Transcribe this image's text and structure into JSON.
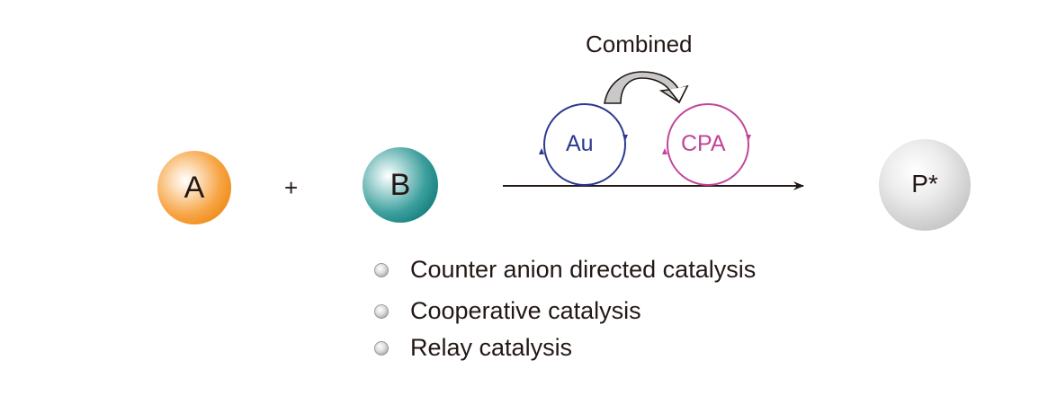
{
  "reactants": [
    {
      "label": "A",
      "color": "#ef8a17"
    },
    {
      "label": "B",
      "color": "#137e7c"
    }
  ],
  "operator": "+",
  "product": {
    "label": "P*",
    "color": "#b5b5b5"
  },
  "catalysts": {
    "header": "Combined",
    "gold": {
      "label": "Au",
      "color": "#2b3990"
    },
    "cpa": {
      "label": "CPA",
      "color": "#c1449a"
    }
  },
  "modes": [
    "Counter anion directed catalysis",
    "Cooperative catalysis",
    "Relay catalysis"
  ]
}
